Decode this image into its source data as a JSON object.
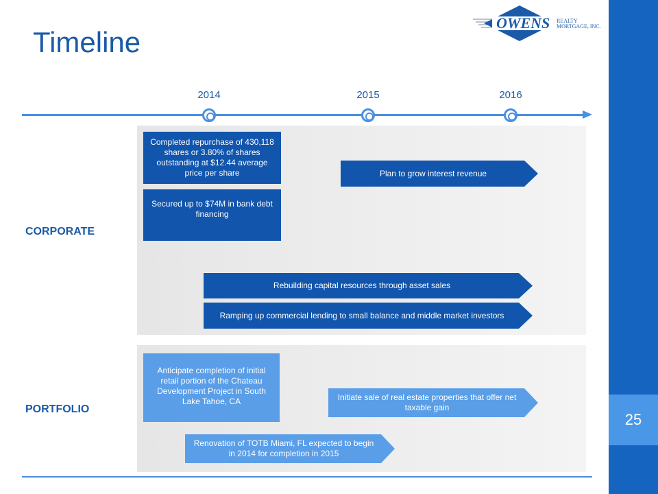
{
  "slide": {
    "title": "Timeline",
    "page_number": "25"
  },
  "logo": {
    "name": "OWENS",
    "tagline_line1": "REALTY",
    "tagline_line2": "MORTGAGE, INC."
  },
  "timeline": {
    "years": [
      "2014",
      "2015",
      "2016"
    ]
  },
  "sections": {
    "corporate": {
      "label": "CORPORATE",
      "items": [
        "Completed repurchase of 430,118 shares or 3.80% of shares outstanding at $12.44 average price per share",
        "Secured up to $74M in bank debt financing",
        "Plan to grow interest revenue",
        "Rebuilding capital resources through asset sales",
        "Ramping up commercial lending to small balance and middle market investors"
      ]
    },
    "portfolio": {
      "label": "PORTFOLIO",
      "items": [
        "Anticipate completion of initial retail portion of the Chateau Development Project in South Lake Tahoe, CA",
        "Initiate sale of real estate properties that offer net taxable gain",
        "Renovation of TOTB Miami, FL expected to begin in 2014 for completion in 2015"
      ]
    }
  },
  "colors": {
    "title": "#1a5aa8",
    "dark_box": "#1155ad",
    "light_box": "#5a9ee8",
    "sidebar": "#1565c0",
    "axis": "#4a8fe0"
  }
}
